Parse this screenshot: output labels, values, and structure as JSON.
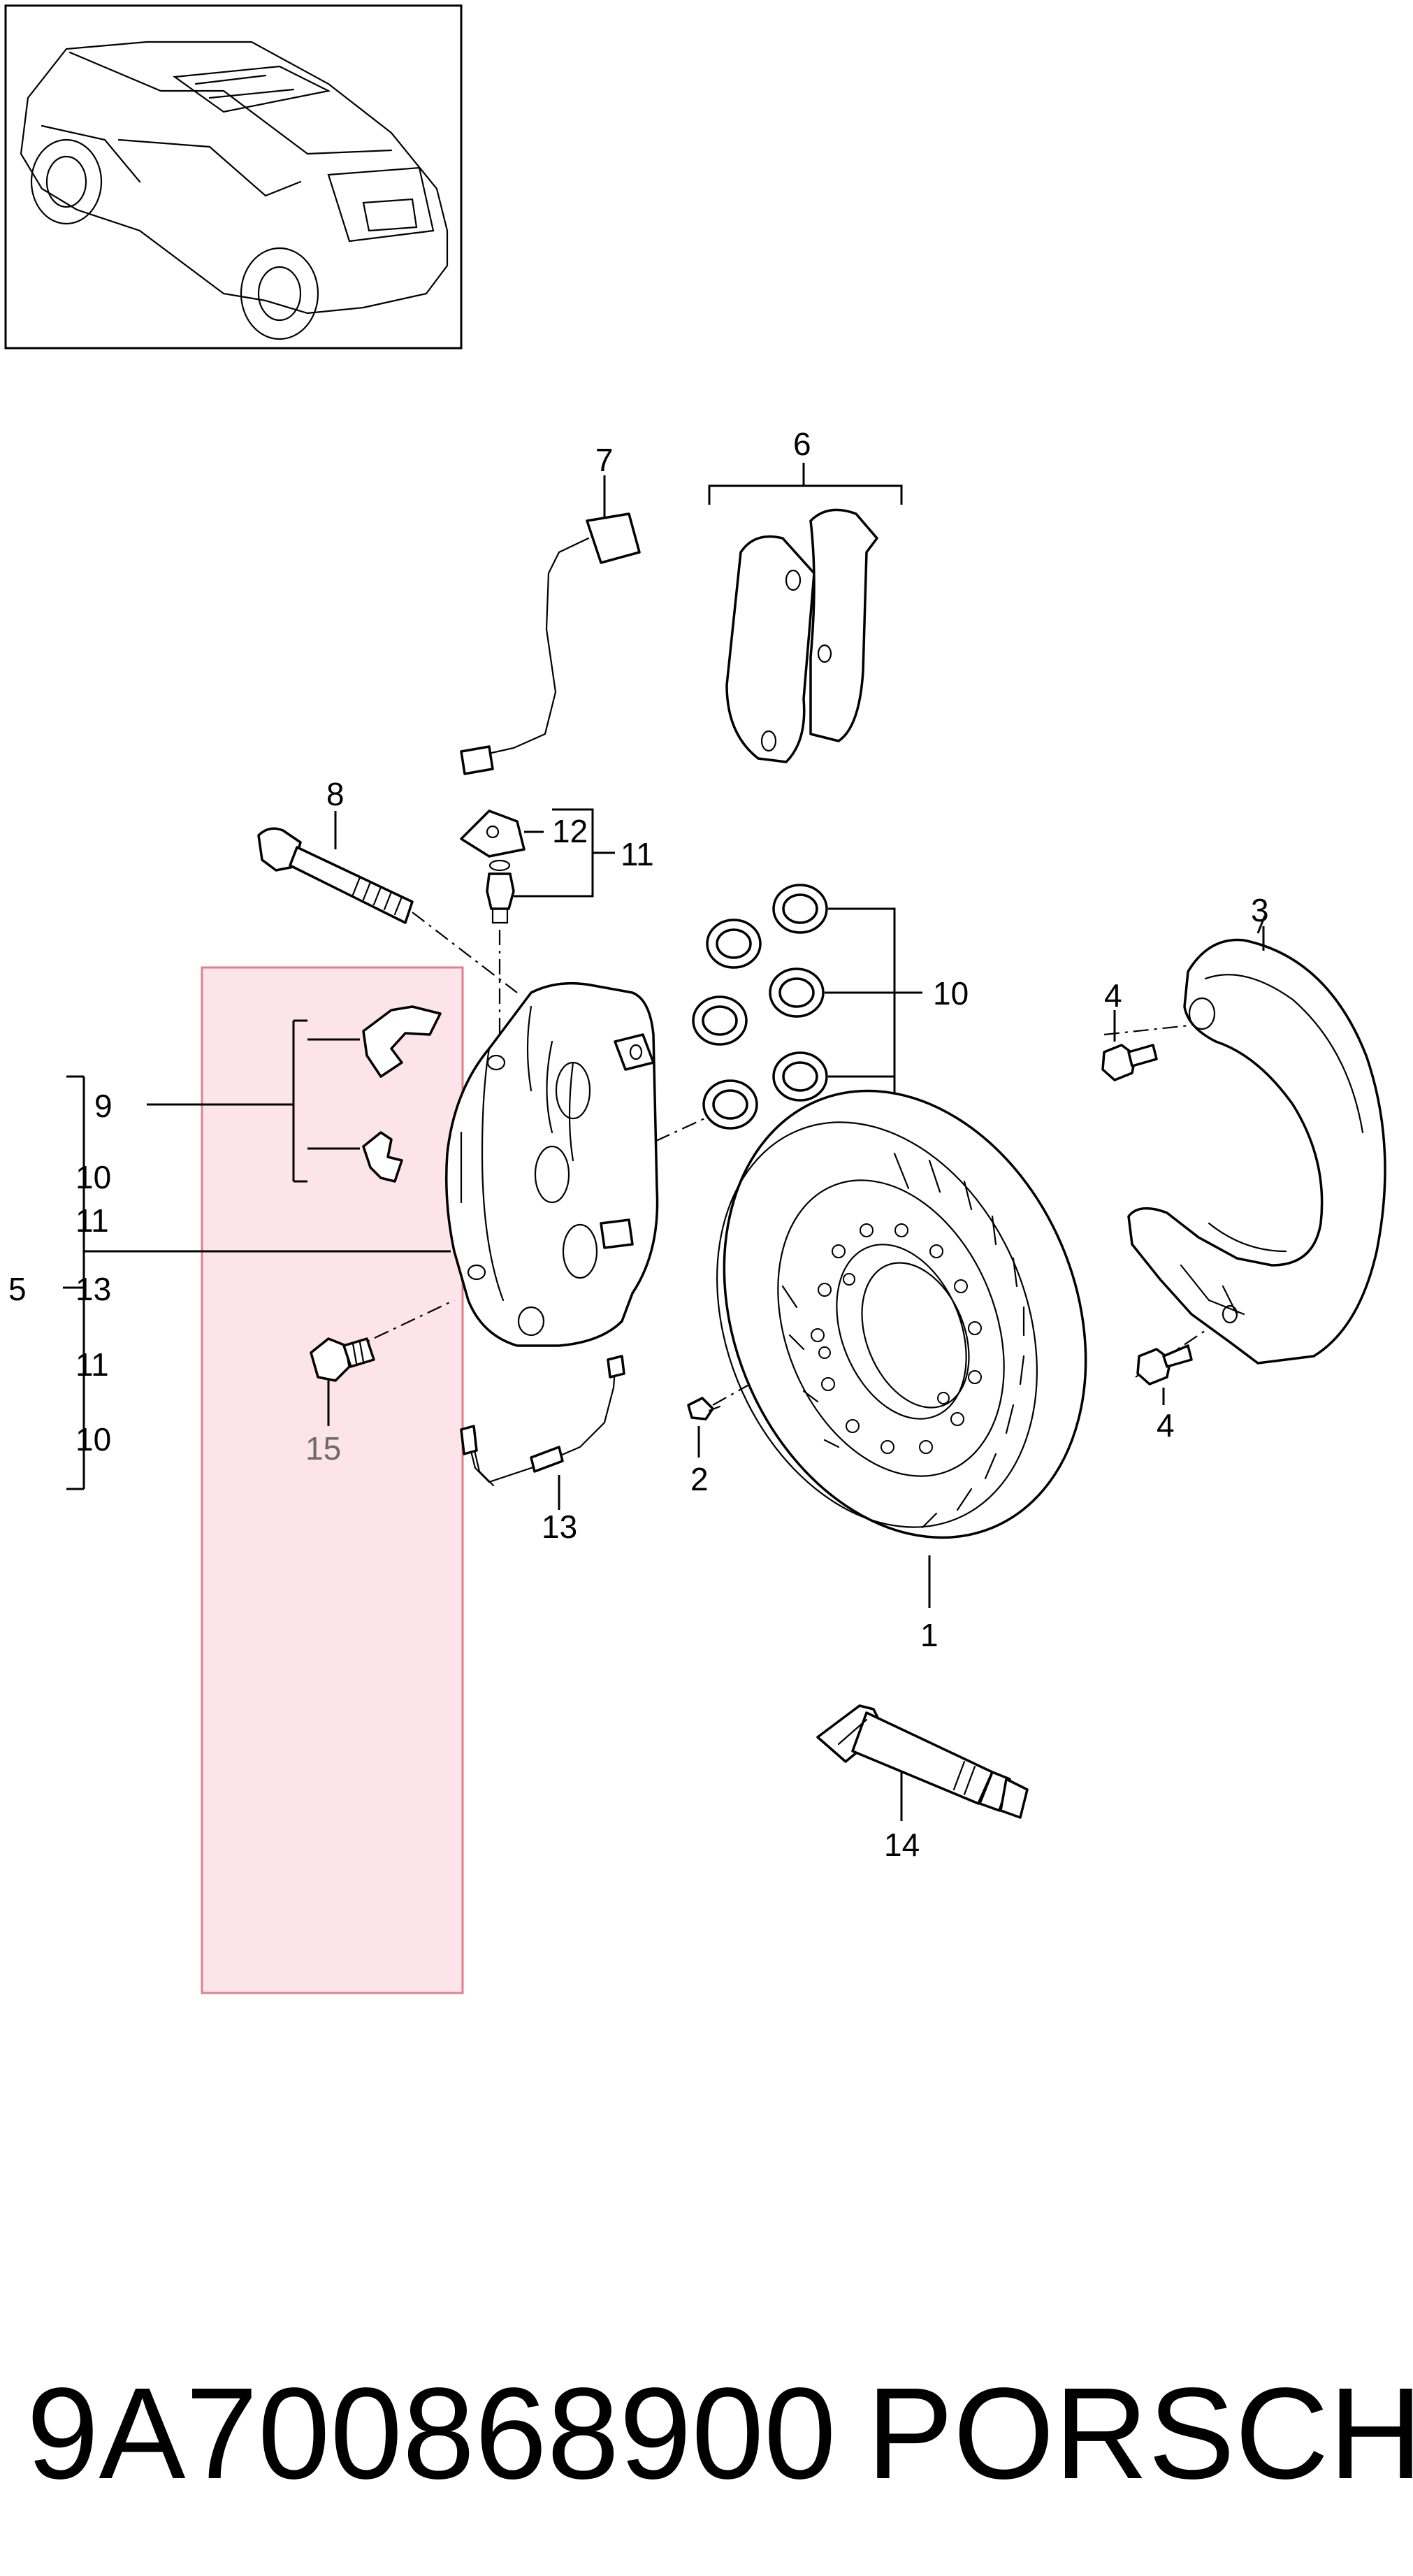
{
  "thumbnail": {
    "description_icon": "vehicle-suv-icon"
  },
  "labels": {
    "l1": "1",
    "l2": "2",
    "l3": "3",
    "l4a": "4",
    "l4b": "4",
    "l5": "5",
    "l6": "6",
    "l7": "7",
    "l8": "8",
    "l9": "9",
    "l10_right": "10",
    "l11_top": "11",
    "l12": "12",
    "l13": "13",
    "l14": "14",
    "l15": "15",
    "kit_10a": "10",
    "kit_11a": "11",
    "kit_13": "13",
    "kit_11b": "11",
    "kit_10b": "10"
  },
  "highlight": {
    "color": "#fde3ea",
    "border": "#e0808f",
    "part": "15"
  },
  "footer": {
    "part_number": "9A700868900",
    "brand": "PORSCHE"
  }
}
